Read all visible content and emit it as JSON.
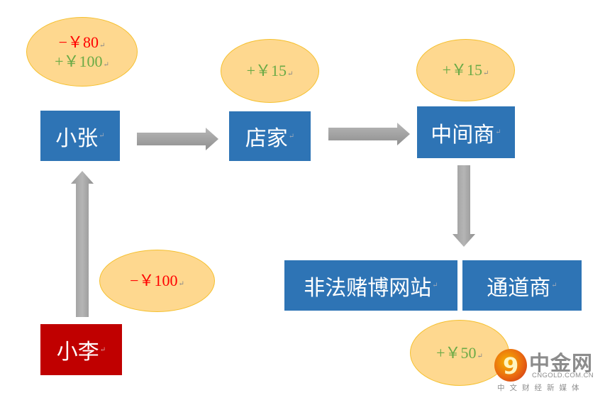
{
  "nodes": {
    "xiaozhang": {
      "label": "小张"
    },
    "dianjia": {
      "label": "店家"
    },
    "zhongjianshang": {
      "label": "中间商"
    },
    "gambling_site": {
      "label": "非法赌博网站"
    },
    "channel": {
      "label": "通道商"
    },
    "xiaoli": {
      "label": "小李"
    }
  },
  "amounts": {
    "xiaozhang": {
      "line1": "−￥80",
      "line2": "+￥100"
    },
    "dianjia": {
      "line1": "+￥15"
    },
    "zhongjianshang": {
      "line1": "+￥15"
    },
    "xiaoli": {
      "line1": "−￥100"
    },
    "channel": {
      "line1": "+￥50"
    }
  },
  "paragraph_mark": "↵",
  "colors": {
    "box_blue": "#2e74b5",
    "box_red": "#c00000",
    "ellipse_fill": "#fed88f",
    "negative": "#ff0000",
    "positive": "#6aaa46",
    "arrow": "#a6a6a6"
  },
  "watermark": {
    "name": "中金网",
    "url": "CNGOLD.COM.CN",
    "tagline": "中文财经新媒体"
  }
}
